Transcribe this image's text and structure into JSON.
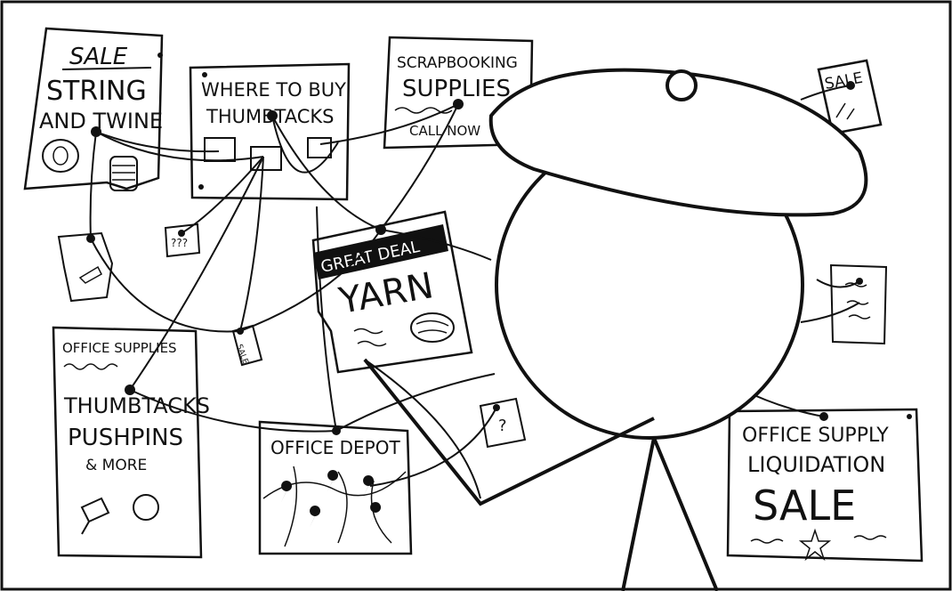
{
  "notes": {
    "sale_string": {
      "title": "SALE",
      "line1": "STRING",
      "line2": "AND TWINE"
    },
    "where_to_buy": {
      "line1": "WHERE TO BUY",
      "line2": "THUMBTACKS"
    },
    "scrapbooking": {
      "line1": "SCRAPBOOKING",
      "line2": "SUPPLIES",
      "line3": "CALL NOW"
    },
    "sale_small": {
      "text": "SALE"
    },
    "question_small": {
      "text": "???"
    },
    "sale_tag": {
      "text": "SALE"
    },
    "great_deal": {
      "banner": "GREAT DEAL",
      "big": "YARN"
    },
    "office_supplies": {
      "line1": "OFFICE SUPPLIES",
      "line2": "THUMBTACKS",
      "line3": "PUSHPINS",
      "line4": "& MORE"
    },
    "office_depot": {
      "title": "OFFICE DEPOT"
    },
    "question_note": {
      "text": "?"
    },
    "liquidation": {
      "line1": "OFFICE SUPPLY",
      "line2": "LIQUIDATION",
      "line3": "SALE"
    }
  },
  "colors": {
    "ink": "#111111",
    "paper": "#ffffff",
    "banner": "#111111"
  }
}
